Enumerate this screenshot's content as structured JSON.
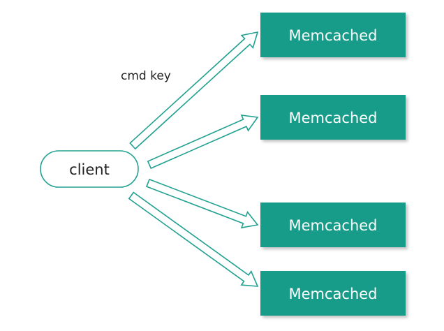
{
  "diagram": {
    "client_label": "client",
    "arrow_label": "cmd key",
    "servers": [
      {
        "label": "Memcached"
      },
      {
        "label": "Memcached"
      },
      {
        "label": "Memcached"
      },
      {
        "label": "Memcached"
      }
    ]
  },
  "colors": {
    "server_fill": "#149c88",
    "server_shadow": "#c8c8c8",
    "arrow_stroke": "#20a090",
    "client_stroke": "#20a090",
    "server_text": "#ffffff",
    "label_text": "#222222"
  }
}
